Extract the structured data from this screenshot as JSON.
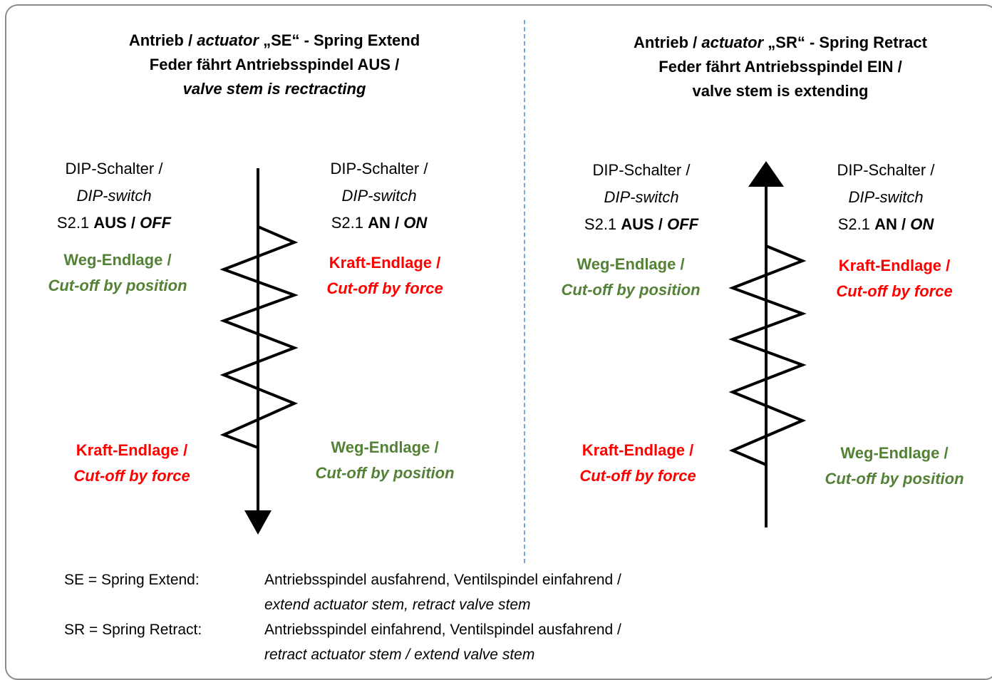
{
  "left": {
    "header": {
      "line1_a": "Antrieb / ",
      "line1_b": "actuator",
      "line1_c": " „SE“ - Spring Extend",
      "line2": "Feder fährt Antriebsspindel AUS /",
      "line3": "valve stem is rectracting"
    },
    "switch_left": {
      "line1": "DIP-Schalter /",
      "line2": "DIP-switch",
      "prefix": "S2.1 ",
      "state": "AUS",
      "slash": " / ",
      "state_en": "OFF"
    },
    "switch_right": {
      "line1": "DIP-Schalter /",
      "line2": "DIP-switch",
      "prefix": "S2.1 ",
      "state": "AN",
      "slash": " / ",
      "state_en": "ON"
    },
    "top_left": {
      "line1": "Weg-Endlage /",
      "line2": "Cut-off by position"
    },
    "top_right": {
      "line1": "Kraft-Endlage /",
      "line2": "Cut-off by force"
    },
    "bottom_left": {
      "line1": "Kraft-Endlage /",
      "line2": "Cut-off by force"
    },
    "bottom_right": {
      "line1": "Weg-Endlage /",
      "line2": "Cut-off by position"
    }
  },
  "right": {
    "header": {
      "line1_a": "Antrieb / ",
      "line1_b": "actuator",
      "line1_c": " „SR“ - Spring Retract",
      "line2": "Feder fährt Antriebsspindel EIN /",
      "line3": "valve stem is extending"
    },
    "switch_left": {
      "line1": "DIP-Schalter /",
      "line2": "DIP-switch",
      "prefix": "S2.1 ",
      "state": "AUS",
      "slash": " / ",
      "state_en": "OFF"
    },
    "switch_right": {
      "line1": "DIP-Schalter /",
      "line2": "DIP-switch",
      "prefix": "S2.1 ",
      "state": "AN",
      "slash": " / ",
      "state_en": "ON"
    },
    "top_left": {
      "line1": "Weg-Endlage /",
      "line2": "Cut-off by position"
    },
    "top_right": {
      "line1": "Kraft-Endlage /",
      "line2": "Cut-off by force"
    },
    "bottom_left": {
      "line1": "Kraft-Endlage /",
      "line2": "Cut-off by force"
    },
    "bottom_right": {
      "line1": "Weg-Endlage /",
      "line2": "Cut-off by position"
    }
  },
  "legend": {
    "se_term": "SE = Spring Extend:",
    "se_de": "Antriebsspindel ausfahrend, Ventilspindel einfahrend /",
    "se_en": "extend actuator stem, retract valve stem",
    "sr_term": "SR = Spring Retract:",
    "sr_de": "Antriebsspindel einfahrend, Ventilspindel ausfahrend /",
    "sr_en": "retract actuator stem / extend valve stem"
  },
  "colors": {
    "force": "#ff0000",
    "position": "#538135",
    "divider": "#7aa6d6",
    "frame": "#8a8a8a"
  }
}
